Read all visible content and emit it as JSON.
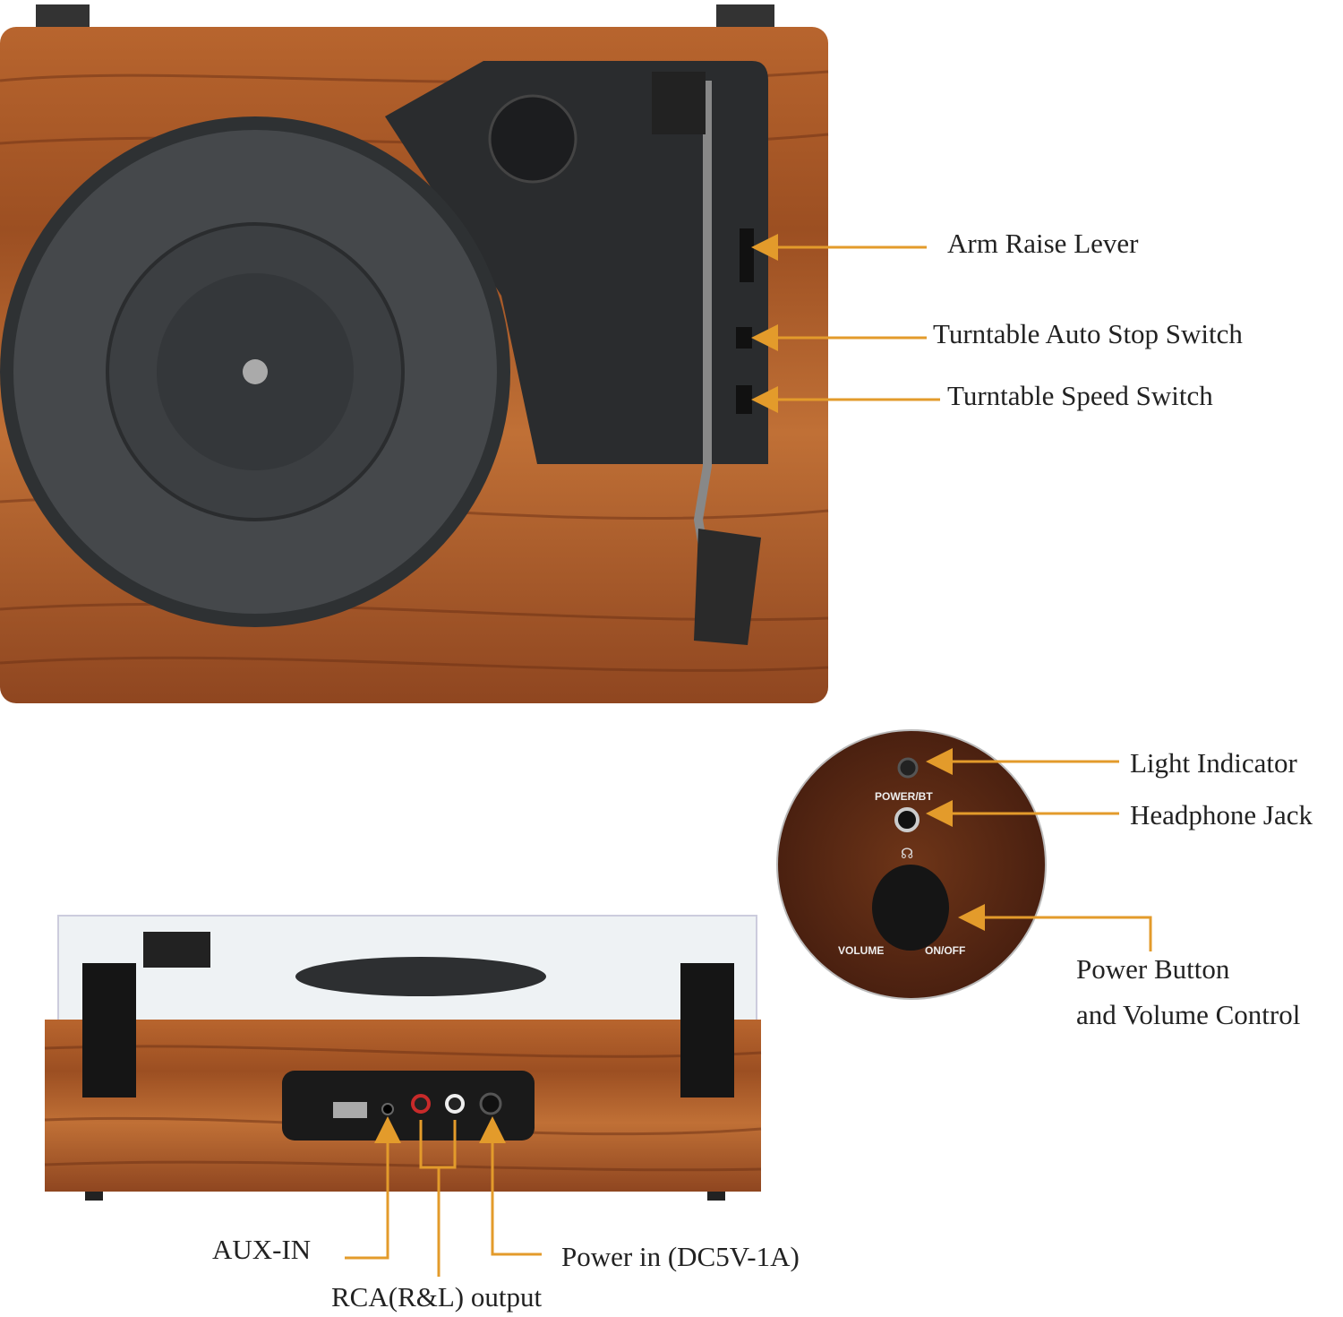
{
  "callouts": {
    "arm_raise_lever": "Arm Raise Lever",
    "auto_stop_switch": "Turntable Auto Stop Switch",
    "speed_switch": "Turntable Speed Switch",
    "light_indicator": "Light Indicator",
    "headphone_jack": "Headphone Jack",
    "power_button_line1": "Power Button",
    "power_button_line2": "and Volume Control",
    "aux_in": "AUX-IN",
    "rca_output": "RCA(R&L) output",
    "power_in": "Power in (DC5V-1A)"
  },
  "panel_labels": {
    "power_bt": "POWER/BT",
    "volume": "VOLUME",
    "on_off": "ON/OFF"
  },
  "colors": {
    "arrow": "#e39b2b",
    "wood": "#a85a2a",
    "dark_wood": "#5e2e16",
    "platter": "#3a3d40"
  }
}
